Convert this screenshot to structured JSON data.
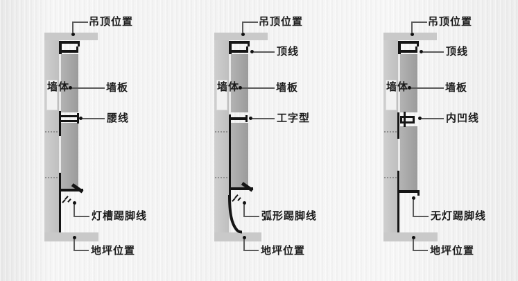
{
  "colors": {
    "background": "#f4f4f4",
    "wall_gray": "#c9c9c9",
    "panel_gray": "#a7a7a7",
    "profile_black": "#151515",
    "leader_gray": "#5a5a5a",
    "text": "#1c1c1c"
  },
  "diagrams": [
    {
      "name": "light-trough-skirting-section",
      "wall_label": "墙体",
      "ceiling_label": "吊顶位置",
      "panel_label": "墙板",
      "middle_label": "腰线",
      "skirting_label": "灯槽踢脚线",
      "floor_label": "地坪位置"
    },
    {
      "name": "arc-skirting-section",
      "wall_label": "墙体",
      "ceiling_label": "吊顶位置",
      "top_line_label": "顶线",
      "panel_label": "墙板",
      "middle_label": "工字型",
      "skirting_label": "弧形踢脚线",
      "floor_label": "地坪位置"
    },
    {
      "name": "no-light-skirting-section",
      "wall_label": "墙体",
      "ceiling_label": "吊顶位置",
      "top_line_label": "顶线",
      "panel_label": "墙板",
      "middle_label": "内凹线",
      "skirting_label": "无灯踢脚线",
      "floor_label": "地坪位置"
    }
  ]
}
